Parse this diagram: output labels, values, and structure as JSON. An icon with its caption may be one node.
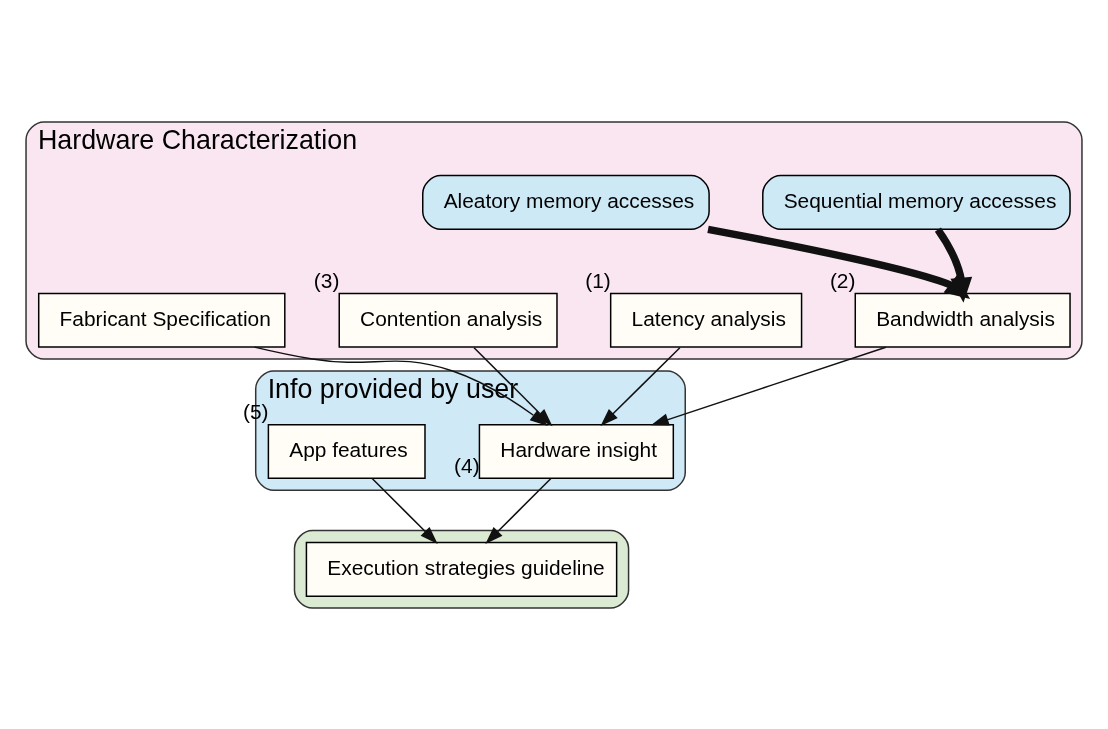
{
  "diagram": {
    "nodes": [
      {
        "text": [
          "Hardware Characterization"
        ]
      },
      {
        "text": [
          "Sequential memory accesses"
        ],
        "in": 0
      },
      {
        "text": [
          "Aleatory memory accesses"
        ],
        "in": 0
      },
      {
        "text": [
          "Latency analysis"
        ],
        "in": 0,
        "beside": [
          "(1)"
        ]
      },
      {
        "text": [
          "Bandwidth analysis"
        ],
        "in": 0,
        "beside": [
          "(2)"
        ]
      },
      {
        "text": [
          "Contention analysis"
        ],
        "in": 0,
        "beside": [
          "(3)"
        ]
      },
      {
        "text": [
          "Fabricant Specification"
        ],
        "in": 0
      },
      {
        "text": [
          "Info provided by user"
        ]
      },
      {
        "text": [
          "Hardware insight"
        ],
        "in": 7,
        "beside": [
          "(4)"
        ]
      },
      {
        "text": [
          "App features"
        ],
        "in": 7,
        "beside": [
          "(5)"
        ]
      },
      {
        "text": [],
        "shape": "box"
      },
      {
        "text": [
          "Execution strategies guideline"
        ],
        "in": 10
      }
    ],
    "edges": [
      {
        "from": 1,
        "to": 4,
        "arrow": "to",
        "style": "thick"
      },
      {
        "from": 2,
        "to": 4,
        "arrow": "to",
        "style": "thick"
      },
      {
        "from": 3,
        "to": 8,
        "arrow": "to"
      },
      {
        "from": 4,
        "to": 8,
        "arrow": "to"
      },
      {
        "from": 5,
        "to": 8,
        "arrow": "to"
      },
      {
        "from": 6,
        "to": 8,
        "arrow": "to"
      },
      {
        "from": 8,
        "to": 11,
        "arrow": "to"
      },
      {
        "from": 9,
        "to": 11,
        "arrow": "to"
      }
    ]
  }
}
